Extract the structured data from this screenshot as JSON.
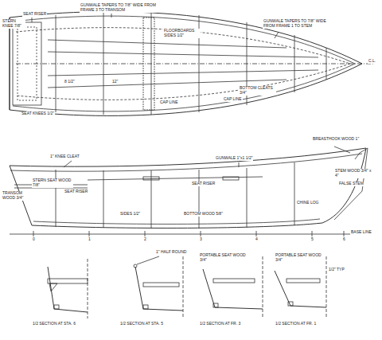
{
  "diagram": {
    "labels": [
      "SEAT RISER",
      "GUNWALE TAPERS TO 7/8\" WIDE FROM FRAME 3 TO TRANSOM",
      "STERN KNEE 7/8\"",
      "FLOORBOARDS SIDES 1/2\"",
      "GUNWALE TAPERS TO 7/8\" WIDE FROM FRAME 1 TO STEM",
      "8 1/2\"",
      "12\"",
      "BOTTOM CLEATS 3/4\"",
      "CAP LINE",
      "CAP LINE",
      "SEAT KNEES 1/2\"",
      "C.L.",
      "1\" KNEE CLEAT",
      "TRANSOM WOOD 3/4\"",
      "STERN SEAT WOOD 7/8\"",
      "SEAT RISER",
      "GUNWALE 1\"x1 1/2\"",
      "SEAT RISER",
      "BREASTHOOK WOOD 1\"",
      "STEM WOOD 3/4\" x 4\"",
      "FALSE STEM",
      "CHINE LOG",
      "SIDES 1/2\"",
      "BOTTOM WOOD 5/8\"",
      "BASE LINE",
      "0",
      "1",
      "2",
      "3",
      "4",
      "5",
      "6",
      "1/2 SECTION AT STA. 6",
      "1/2 SECTION AT STA. 5",
      "1/2 SECTION AT FR. 3",
      "1/2 SECTION AT FR. 1",
      "1\" HALF ROUND",
      "PORTABLE SEAT WOOD 3/4\"",
      "PORTABLE SEAT WOOD 3/4\"",
      "1/2\" TYP"
    ]
  }
}
